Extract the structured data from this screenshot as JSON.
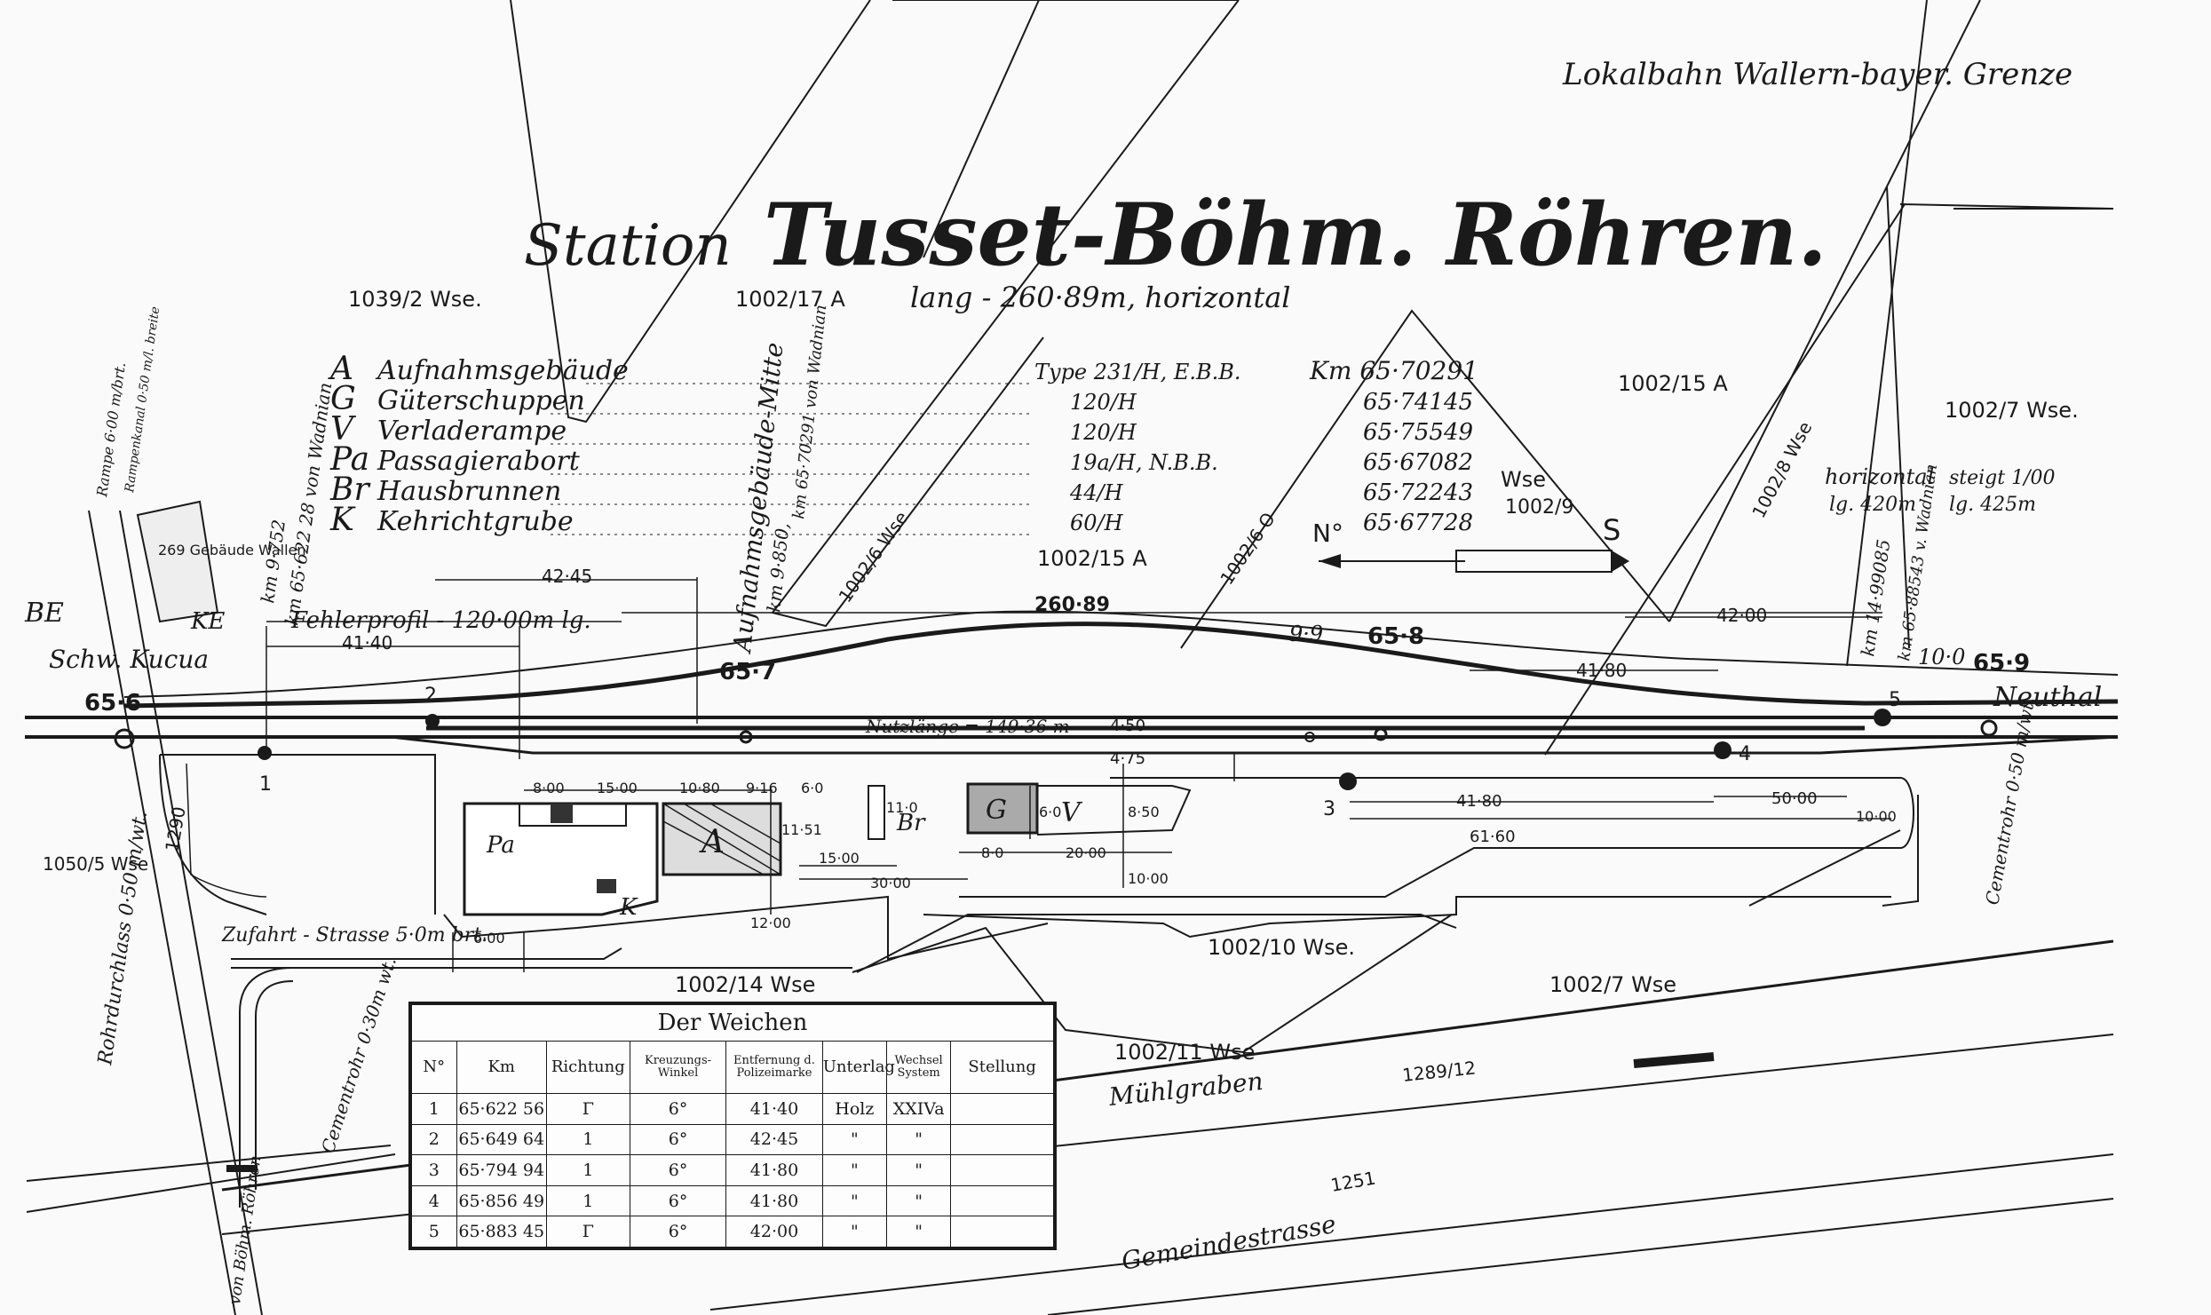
{
  "railway": "Lokalbahn Wallern-bayer. Grenze",
  "station": {
    "prefix": "Station",
    "name": "Tusset-Böhm. Röhren.",
    "length": "lang - 260·89m, horizontal"
  },
  "legend": [
    {
      "key": "A",
      "name": "Aufnahmsgebäude",
      "type": "Type 231/H, E.B.B.",
      "km": "Km 65·70291"
    },
    {
      "key": "G",
      "name": "Güterschuppen",
      "type": "120/H",
      "km": "65·74145"
    },
    {
      "key": "V",
      "name": "Verladerampe",
      "type": "120/H",
      "km": "65·75549"
    },
    {
      "key": "Pa",
      "name": "Passagierabort",
      "type": "19a/H, N.B.B.",
      "km": "65·67082"
    },
    {
      "key": "Br",
      "name": "Hausbrunnen",
      "type": "44/H",
      "km": "65·72243"
    },
    {
      "key": "K",
      "name": "Kehrichtgrube",
      "type": "60/H",
      "km": "65·67728"
    }
  ],
  "parcels": [
    "1039/2 Wse.",
    "1002/17 A",
    "1002/15 A",
    "1002/7 Wse.",
    "1002/15 A",
    "1002/10 Wse.",
    "1002/14 Wse",
    "1002/7 Wse",
    "1002/11 Wse",
    "1002/9",
    "1002/6 Wse",
    "1002/8 Wse",
    "1002/6 O"
  ],
  "wse": "Wse",
  "compass": {
    "north": "N°",
    "south": "S"
  },
  "km_marks": [
    "65·6",
    "65·7",
    "65·8",
    "65·9"
  ],
  "gradients": [
    "9·9",
    "10·0"
  ],
  "places": {
    "left": "Schw. Kucua",
    "right": "Neuthal",
    "be": "BE",
    "ke": "KE"
  },
  "dimensions": [
    "42·45",
    "41·40",
    "260·89",
    "42·00",
    "41·80",
    "4·50",
    "4·75",
    "8·00",
    "15·00",
    "10·80",
    "9·16",
    "6·0",
    "11·0",
    "11·51",
    "15·00",
    "30·00",
    "12·00",
    "8·0",
    "20·00",
    "6·0",
    "8·50",
    "10·00",
    "61·60",
    "41·80",
    "50·00",
    "10·00",
    "6·00"
  ],
  "annotations": {
    "fehlerprofil": "Fehlerprofil - 120·00m lg.",
    "nutzlaenge": "Nutzlänge = 149·36 m",
    "zufahrt": "Zufahrt - Strasse 5·0m brt.",
    "muehlgraben": "Mühlgraben",
    "muehl_num": "1289/12",
    "gemeindestrasse": "Gemeindestrasse",
    "gemeinde_num": "1251",
    "horizontal": "horizontal",
    "horiz_len": "lg. 420m",
    "steigt": "steigt 1/00",
    "steigt_len": "lg. 425m",
    "km_right": "km 14·99085",
    "km_right2": "km 65·88543 v. Wadnian",
    "km_left": "km 9·752",
    "km_left2": "km 65·622 28 von Wadnian",
    "mitte": "Aufnahmsgebäude-Mitte",
    "mitte_km1": "km 9·850,",
    "mitte_km2": "km 65·70291 von Wadnian",
    "rampe1": "Rampe 6·00 m/brt.",
    "rampe2": "Rampenkanal 0·50 m/l. breite",
    "rohr": "Rohrdurchlass 0·50 m/wt.",
    "cement1": "Cementrohr 0·30m wt.",
    "cement2": "Cementrohr 0·50 m/wt.",
    "road": "1290",
    "vorfeld": "1050/5 Wse",
    "box": "269 Gebäude Wallen",
    "roehren": "von Böhm. Röhren"
  },
  "switches": {
    "caption": "Der Weichen",
    "headers": [
      "N°",
      "Km",
      "Richtung",
      "Kreuzungs-Winkel",
      "Entfernung d. Polizeimarke",
      "Unterlag",
      "Wechsel System",
      "Stellung"
    ],
    "rows": [
      [
        "1",
        "65·622 56",
        "Γ",
        "6°",
        "41·40",
        "Holz",
        "XXIVa",
        ""
      ],
      [
        "2",
        "65·649 64",
        "1",
        "6°",
        "42·45",
        "\"",
        "\"",
        ""
      ],
      [
        "3",
        "65·794 94",
        "1",
        "6°",
        "41·80",
        "\"",
        "\"",
        ""
      ],
      [
        "4",
        "65·856 49",
        "1",
        "6°",
        "41·80",
        "\"",
        "\"",
        ""
      ],
      [
        "5",
        "65·883 45",
        "Γ",
        "6°",
        "42·00",
        "\"",
        "\"",
        ""
      ]
    ]
  },
  "switch_nums": [
    "1",
    "2",
    "3",
    "4",
    "5"
  ]
}
